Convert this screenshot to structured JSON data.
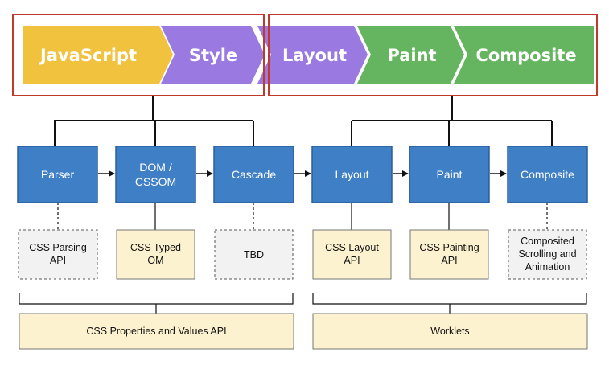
{
  "pipeline": {
    "stages": [
      "JavaScript",
      "Style",
      "Layout",
      "Paint",
      "Composite"
    ],
    "colors": [
      "#f0c23e",
      "#9a7ae0",
      "#9a7ae0",
      "#65b460",
      "#65b460"
    ]
  },
  "boxes": {
    "parser": "Parser",
    "dom_line1": "DOM /",
    "dom_line2": "CSSOM",
    "cascade": "Cascade",
    "layout": "Layout",
    "paint": "Paint",
    "composite": "Composite"
  },
  "apis": {
    "parsing_line1": "CSS Parsing",
    "parsing_line2": "API",
    "typed_line1": "CSS Typed",
    "typed_line2": "OM",
    "tbd": "TBD",
    "layout_line1": "CSS Layout",
    "layout_line2": "API",
    "painting_line1": "CSS Painting",
    "painting_line2": "API",
    "composited_line1": "Composited",
    "composited_line2": "Scrolling and",
    "composited_line3": "Animation"
  },
  "bottom": {
    "properties": "CSS Properties and Values API",
    "worklets": "Worklets"
  },
  "colors": {
    "blue_box": "#3f7fc6",
    "blue_border": "#2a5f9e",
    "yellow_fill": "#fdf2cf",
    "gray_fill": "#f2f2f2",
    "highlight": "#c0392b"
  }
}
